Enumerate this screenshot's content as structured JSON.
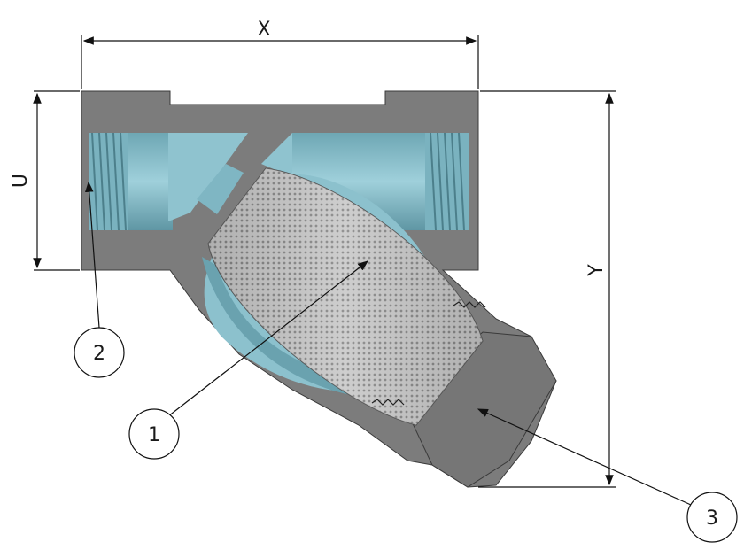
{
  "dimensions": {
    "x_label": "X",
    "y_label": "Y",
    "u_label": "U"
  },
  "balloons": [
    {
      "number": "1",
      "part": "screen"
    },
    {
      "number": "2",
      "part": "body-thread"
    },
    {
      "number": "3",
      "part": "cap"
    }
  ],
  "colors": {
    "body": "#7c7c7c",
    "fluid": "#87bcc8",
    "fluid_shade": "#5f96a4",
    "screen": "#b9b9b9",
    "background": "#ffffff",
    "line": "#111111"
  }
}
